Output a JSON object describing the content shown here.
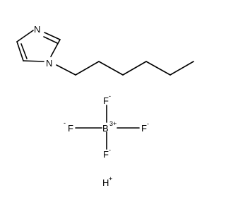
{
  "molecule": {
    "imidazole_n3": "N",
    "imidazole_n1": "N",
    "boron": "B",
    "boron_charge": "3+",
    "fluorine_top": "F",
    "fluorine_top_charge": "-",
    "fluorine_left": "F",
    "fluorine_left_charge": "-",
    "fluorine_right": "F",
    "fluorine_right_charge": "-",
    "fluorine_bottom": "F",
    "fluorine_bottom_charge": "-",
    "proton": "H",
    "proton_charge": "+"
  }
}
